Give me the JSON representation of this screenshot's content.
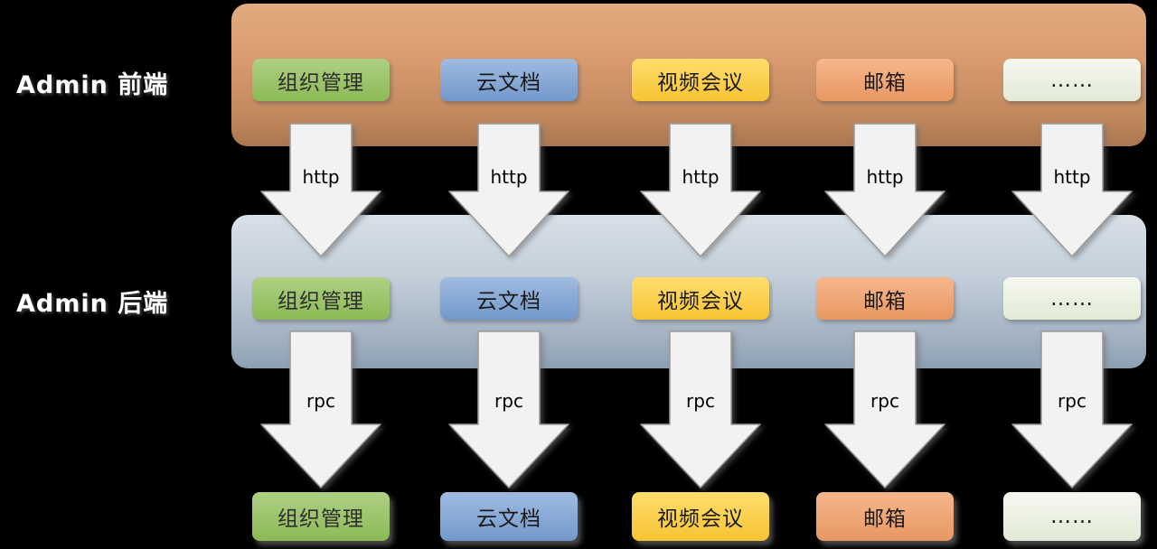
{
  "background_color": "#000000",
  "layers": {
    "frontend_label": "Admin 前端",
    "backend_label": "Admin 后端"
  },
  "arrow_labels": {
    "http": "http",
    "rpc": "rpc"
  },
  "band_colors": {
    "frontend_top": "#e3ab81",
    "frontend_bottom": "#ab7750",
    "backend_top": "#d8e0e8",
    "backend_bottom": "#8da0b2"
  },
  "modules": [
    {
      "name": "org-management",
      "label": "组织管理",
      "bg_top": "#aed084",
      "bg_bottom": "#8cba55",
      "text_color": "#2e2e2e"
    },
    {
      "name": "cloud-docs",
      "label": "云文档",
      "bg_top": "#a0bce0",
      "bg_bottom": "#7298cb",
      "text_color": "#1a1a1a"
    },
    {
      "name": "video-conference",
      "label": "视频会议",
      "bg_top": "#ffdd6e",
      "bg_bottom": "#f7c433",
      "text_color": "#1a1a1a"
    },
    {
      "name": "mail",
      "label": "邮箱",
      "bg_top": "#f6b68c",
      "bg_bottom": "#e89862",
      "text_color": "#1a1a1a"
    },
    {
      "name": "more",
      "label": "……",
      "bg_top": "#f6f8f0",
      "bg_bottom": "#e2ead6",
      "text_color": "#1a1a1a"
    }
  ]
}
